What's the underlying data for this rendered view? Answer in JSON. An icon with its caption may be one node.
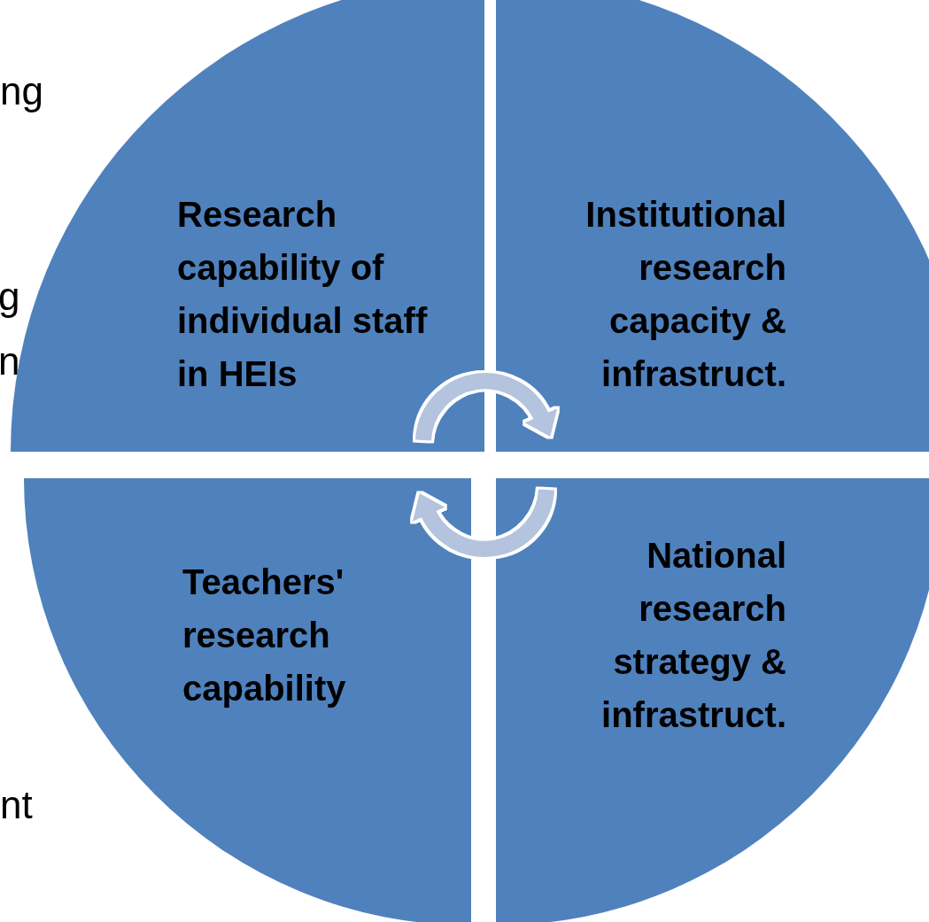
{
  "diagram": {
    "nodes": [
      {
        "text": [
          "Research capability of individual staff in HEIs"
        ]
      },
      {
        "text": [
          "Institutional research capacity & infrastruct."
        ]
      },
      {
        "text": [
          "Teachers' research capability"
        ]
      },
      {
        "text": [
          "National research strategy & infrastruct."
        ]
      }
    ],
    "edges": [
      {
        "from": 0,
        "to": 1,
        "arrow": "to"
      },
      {
        "from": 3,
        "to": 2,
        "arrow": "to"
      }
    ],
    "labels": [
      "ng",
      "g",
      "n",
      "nt"
    ]
  }
}
